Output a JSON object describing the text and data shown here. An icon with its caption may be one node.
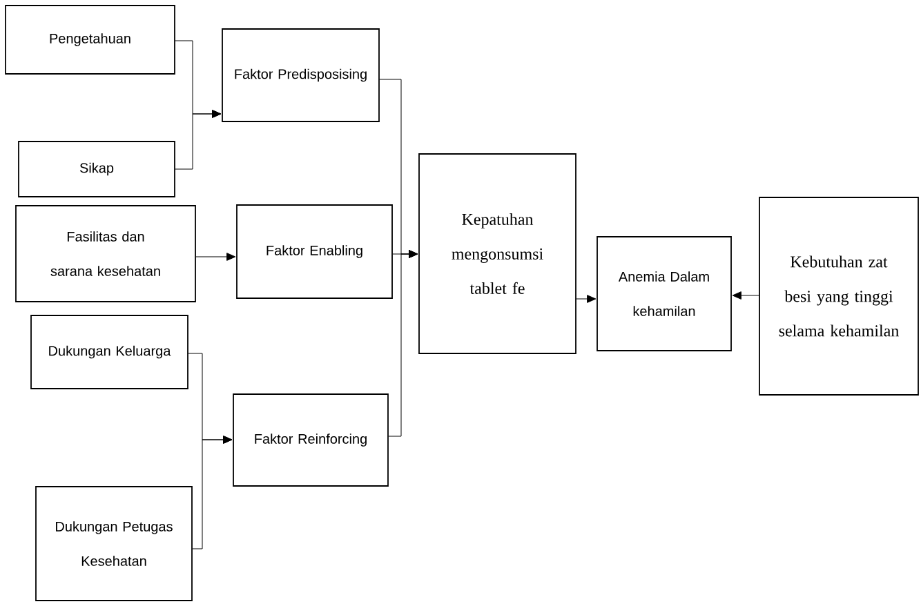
{
  "diagram": {
    "nodes": [
      {
        "text": [
          "Pengetahuan"
        ]
      },
      {
        "text": [
          "Faktor Predisposising"
        ]
      },
      {
        "text": [
          "Sikap"
        ]
      },
      {
        "text": [
          "Fasilitas dan sarana kesehatan"
        ]
      },
      {
        "text": [
          "Faktor Enabling"
        ]
      },
      {
        "text": [
          "Dukungan Keluarga"
        ]
      },
      {
        "text": [
          "Dukungan Petugas Kesehatan"
        ]
      },
      {
        "text": [
          "Faktor Reinforcing"
        ]
      },
      {
        "text": [
          "Kepatuhan mengonsumsi tablet fe"
        ]
      },
      {
        "text": [
          "Anemia Dalam kehamilan"
        ]
      },
      {
        "text": [
          "Kebutuhan zat besi yang tinggi selama kehamilan"
        ]
      }
    ],
    "edges": [
      {
        "from": 0,
        "to": 1,
        "arrow": "to"
      },
      {
        "from": 2,
        "to": 1,
        "arrow": "to"
      },
      {
        "from": 3,
        "to": 4,
        "arrow": "to"
      },
      {
        "from": 5,
        "to": 7,
        "arrow": "to"
      },
      {
        "from": 6,
        "to": 7,
        "arrow": "to"
      },
      {
        "from": 1,
        "to": 8,
        "arrow": "to"
      },
      {
        "from": 4,
        "to": 8,
        "arrow": "to"
      },
      {
        "from": 7,
        "to": 8,
        "arrow": "to"
      },
      {
        "from": 8,
        "to": 9,
        "arrow": "to"
      },
      {
        "from": 10,
        "to": 9,
        "arrow": "to"
      }
    ]
  }
}
